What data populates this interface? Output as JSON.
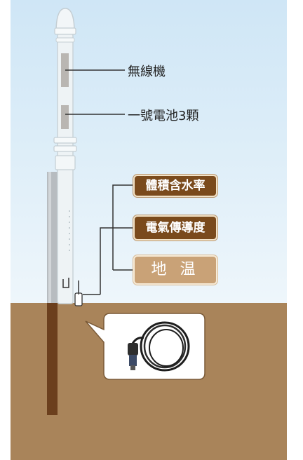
{
  "labels": {
    "radio": "無線機",
    "battery": "一號電池3顆"
  },
  "sensors": {
    "volumetric_water": "體積含水率",
    "conductivity": "電氣傳導度",
    "soil_temp": "地 温"
  },
  "colors": {
    "sky": "#d6eaf7",
    "soil": "#a9845a",
    "tag_dark": "#7a4a1c",
    "tag_light": "#c9a277",
    "post": "#6b3f1d"
  },
  "icons": [
    "sensor-cable-icon"
  ]
}
